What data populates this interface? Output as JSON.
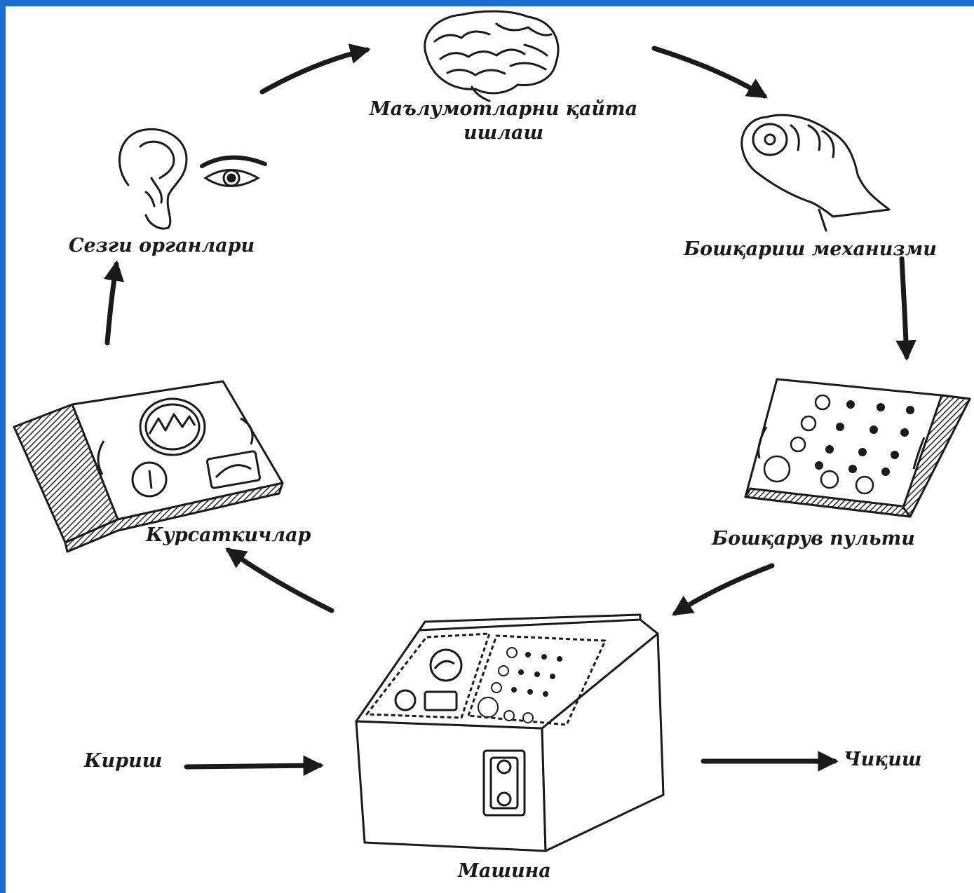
{
  "colors": {
    "border": "#1a6fd0",
    "background": "#ffffff",
    "ink": "#1a1a1a"
  },
  "nodes": {
    "processing": {
      "label_line1": "Маълумотларни қайта",
      "label_line2": "ишлаш",
      "icon": "brain-icon"
    },
    "control_mechanism": {
      "label": "Бошқариш механизми",
      "icon": "hand-icon"
    },
    "control_panel": {
      "label": "Бошқарув пульти",
      "icon": "control-panel-icon"
    },
    "machine": {
      "label": "Машина",
      "icon": "machine-icon"
    },
    "indicators": {
      "label": "Курсаткичлар",
      "icon": "indicator-device-icon"
    },
    "senses": {
      "label": "Сезги органлари",
      "icons": [
        "ear-icon",
        "eye-icon"
      ]
    },
    "input": {
      "label": "Кириш"
    },
    "output": {
      "label": "Чиқиш"
    }
  },
  "edges": [
    {
      "from": "senses",
      "to": "processing"
    },
    {
      "from": "processing",
      "to": "control_mechanism"
    },
    {
      "from": "control_mechanism",
      "to": "control_panel"
    },
    {
      "from": "control_panel",
      "to": "machine"
    },
    {
      "from": "machine",
      "to": "indicators"
    },
    {
      "from": "indicators",
      "to": "senses"
    },
    {
      "from": "input",
      "to": "machine"
    },
    {
      "from": "machine",
      "to": "output"
    }
  ]
}
